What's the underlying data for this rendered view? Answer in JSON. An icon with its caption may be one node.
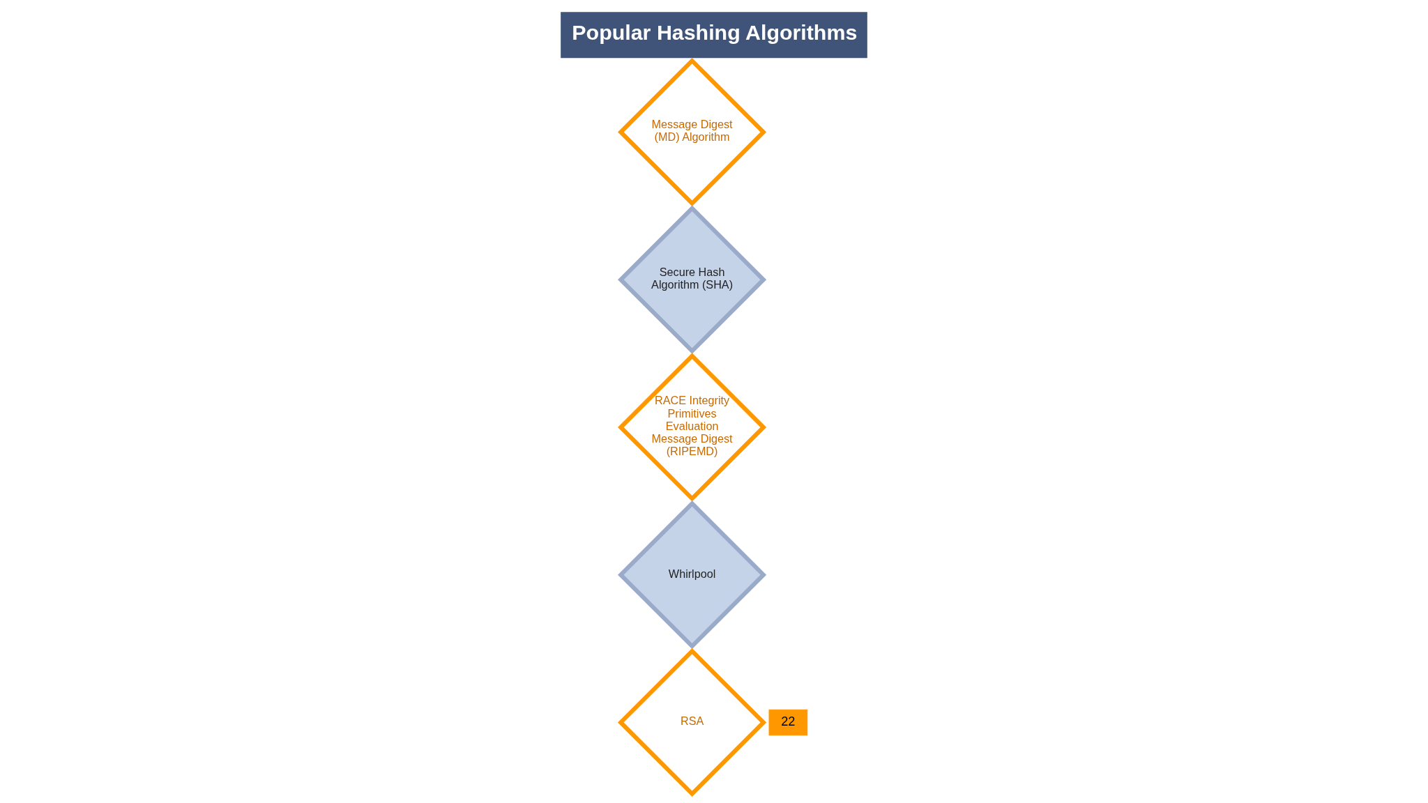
{
  "diagram": {
    "title": "Popular Hashing Algorithms",
    "nodes": [
      {
        "text": [
          "Message Digest (MD) Algorithm"
        ]
      },
      {
        "text": [
          "Secure Hash Algorithm (SHA)"
        ]
      },
      {
        "text": [
          "RACE Integrity Primitives Evaluation Message Digest (RIPEMD)"
        ]
      },
      {
        "text": [
          "Whirlpool"
        ]
      },
      {
        "text": [
          "RSA"
        ]
      }
    ],
    "labels": [
      "22"
    ]
  }
}
